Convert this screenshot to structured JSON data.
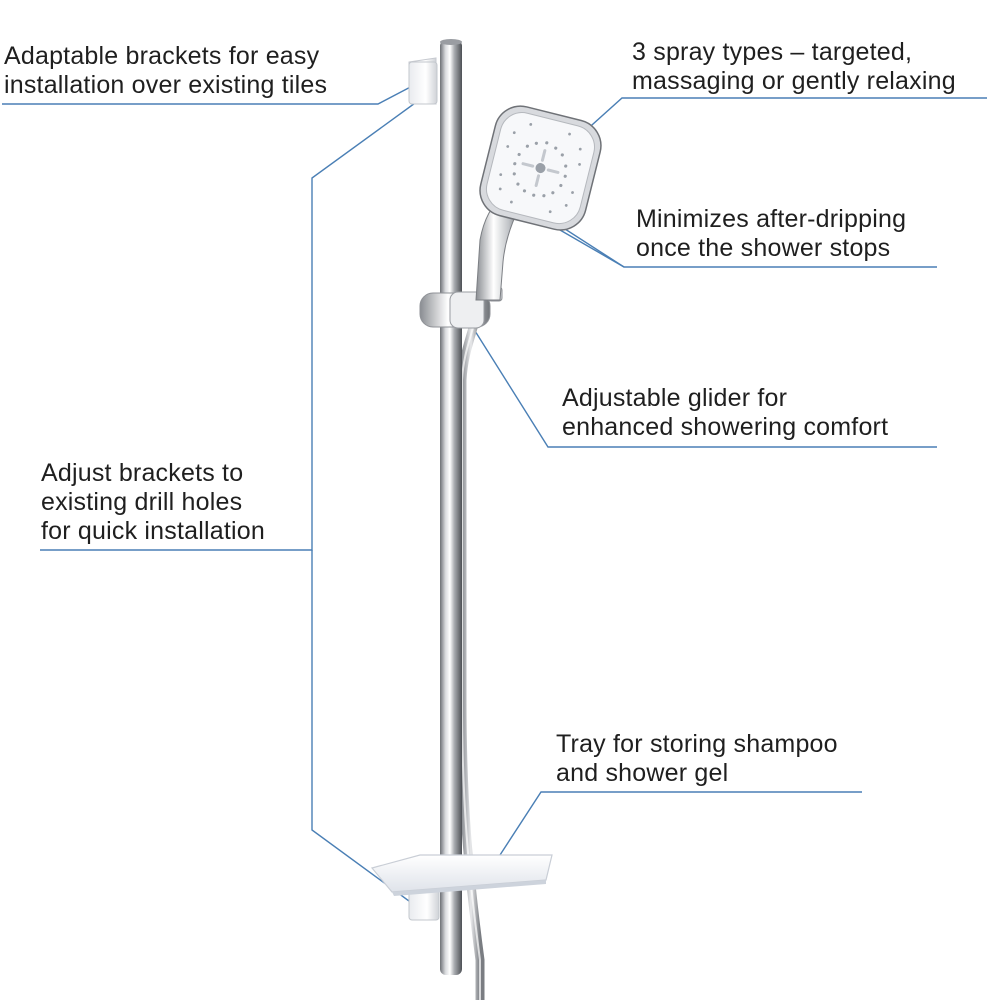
{
  "callouts": {
    "brackets_top": {
      "line1": "Adaptable brackets for easy",
      "line2": "installation over existing tiles"
    },
    "brackets_adjust": {
      "line1": "Adjust brackets to",
      "line2": "existing drill holes",
      "line3": "for quick installation"
    },
    "spray_types": {
      "line1": "3 spray types – targeted,",
      "line2": "massaging or gently relaxing"
    },
    "after_drip": {
      "line1": "Minimizes after-dripping",
      "line2": "once the shower stops"
    },
    "glider": {
      "line1": "Adjustable glider for",
      "line2": "enhanced showering comfort"
    },
    "tray": {
      "line1": "Tray for storing shampoo",
      "line2": "and shower gel"
    }
  },
  "colors": {
    "leader_line": "#4a7fb5",
    "chrome_dark": "#5b5e63",
    "chrome_light": "#f4f5f6",
    "white_part": "#f7f8fa"
  }
}
